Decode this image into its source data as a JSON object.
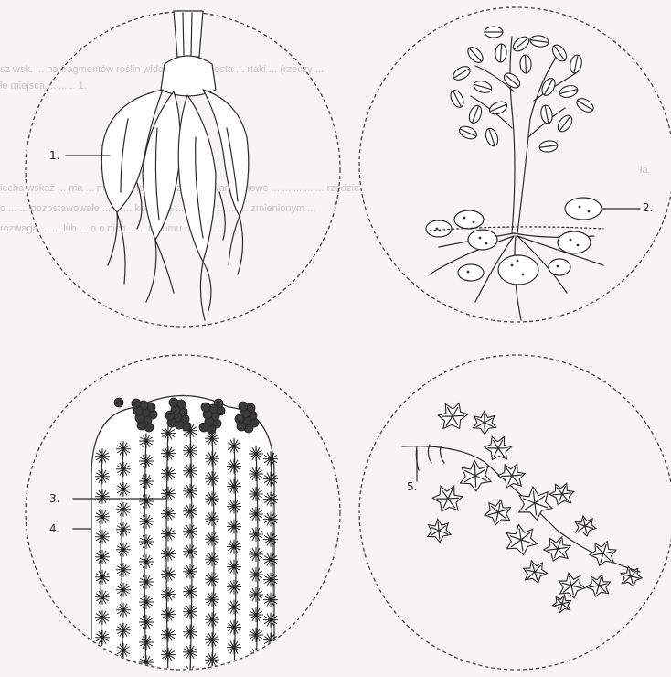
{
  "labels": {
    "root": "1.",
    "tuber": "2.",
    "rib": "3.",
    "spine": "4.",
    "tendril": "5."
  },
  "background_text": [
    "sz wsk. ... na fragmentów roślin widocznych ... cesta ... rtaki ... (rzeczy ...",
    "łe miejsca ... ... .. 1.",
    "ła.",
    "iecha wskaż ... ma ... m ... ... morfologiczne i ... wariantnowe ... ... ... ... ... rzędzie",
    "o ... ... pozostawowałe ... w ... kolumnę ... ... ... 2 ... ... ... zmienionym ...",
    "rozwaga ... ... lub ... o o nich... ... rozumu ... ... ... ... ..."
  ],
  "colors": {
    "ink": "#2a2a2a",
    "paper": "#f7f5f4",
    "ghost_text": "#c9c6c4",
    "cactus": "#3a3a3a"
  }
}
